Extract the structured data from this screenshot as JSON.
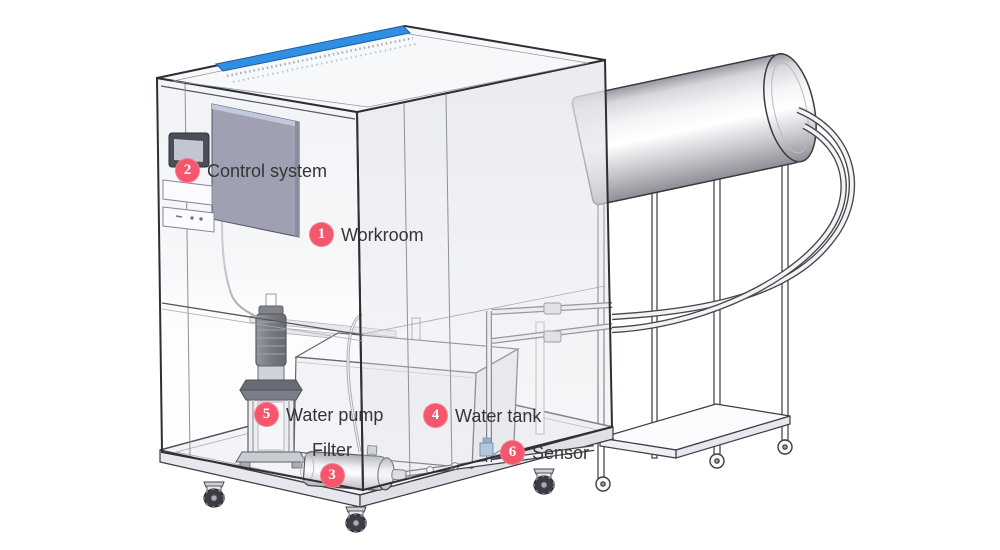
{
  "callouts": [
    {
      "number": "1",
      "label": "Workroom"
    },
    {
      "number": "2",
      "label": "Control system"
    },
    {
      "number": "3",
      "label": "Filter"
    },
    {
      "number": "4",
      "label": "Water tank"
    },
    {
      "number": "5",
      "label": "Water pump"
    },
    {
      "number": "6",
      "label": "Sensor"
    }
  ],
  "colors": {
    "badge_pink": "#f4566b",
    "label_text": "#353535",
    "spray_bar_blue": "#2f8fe2"
  }
}
